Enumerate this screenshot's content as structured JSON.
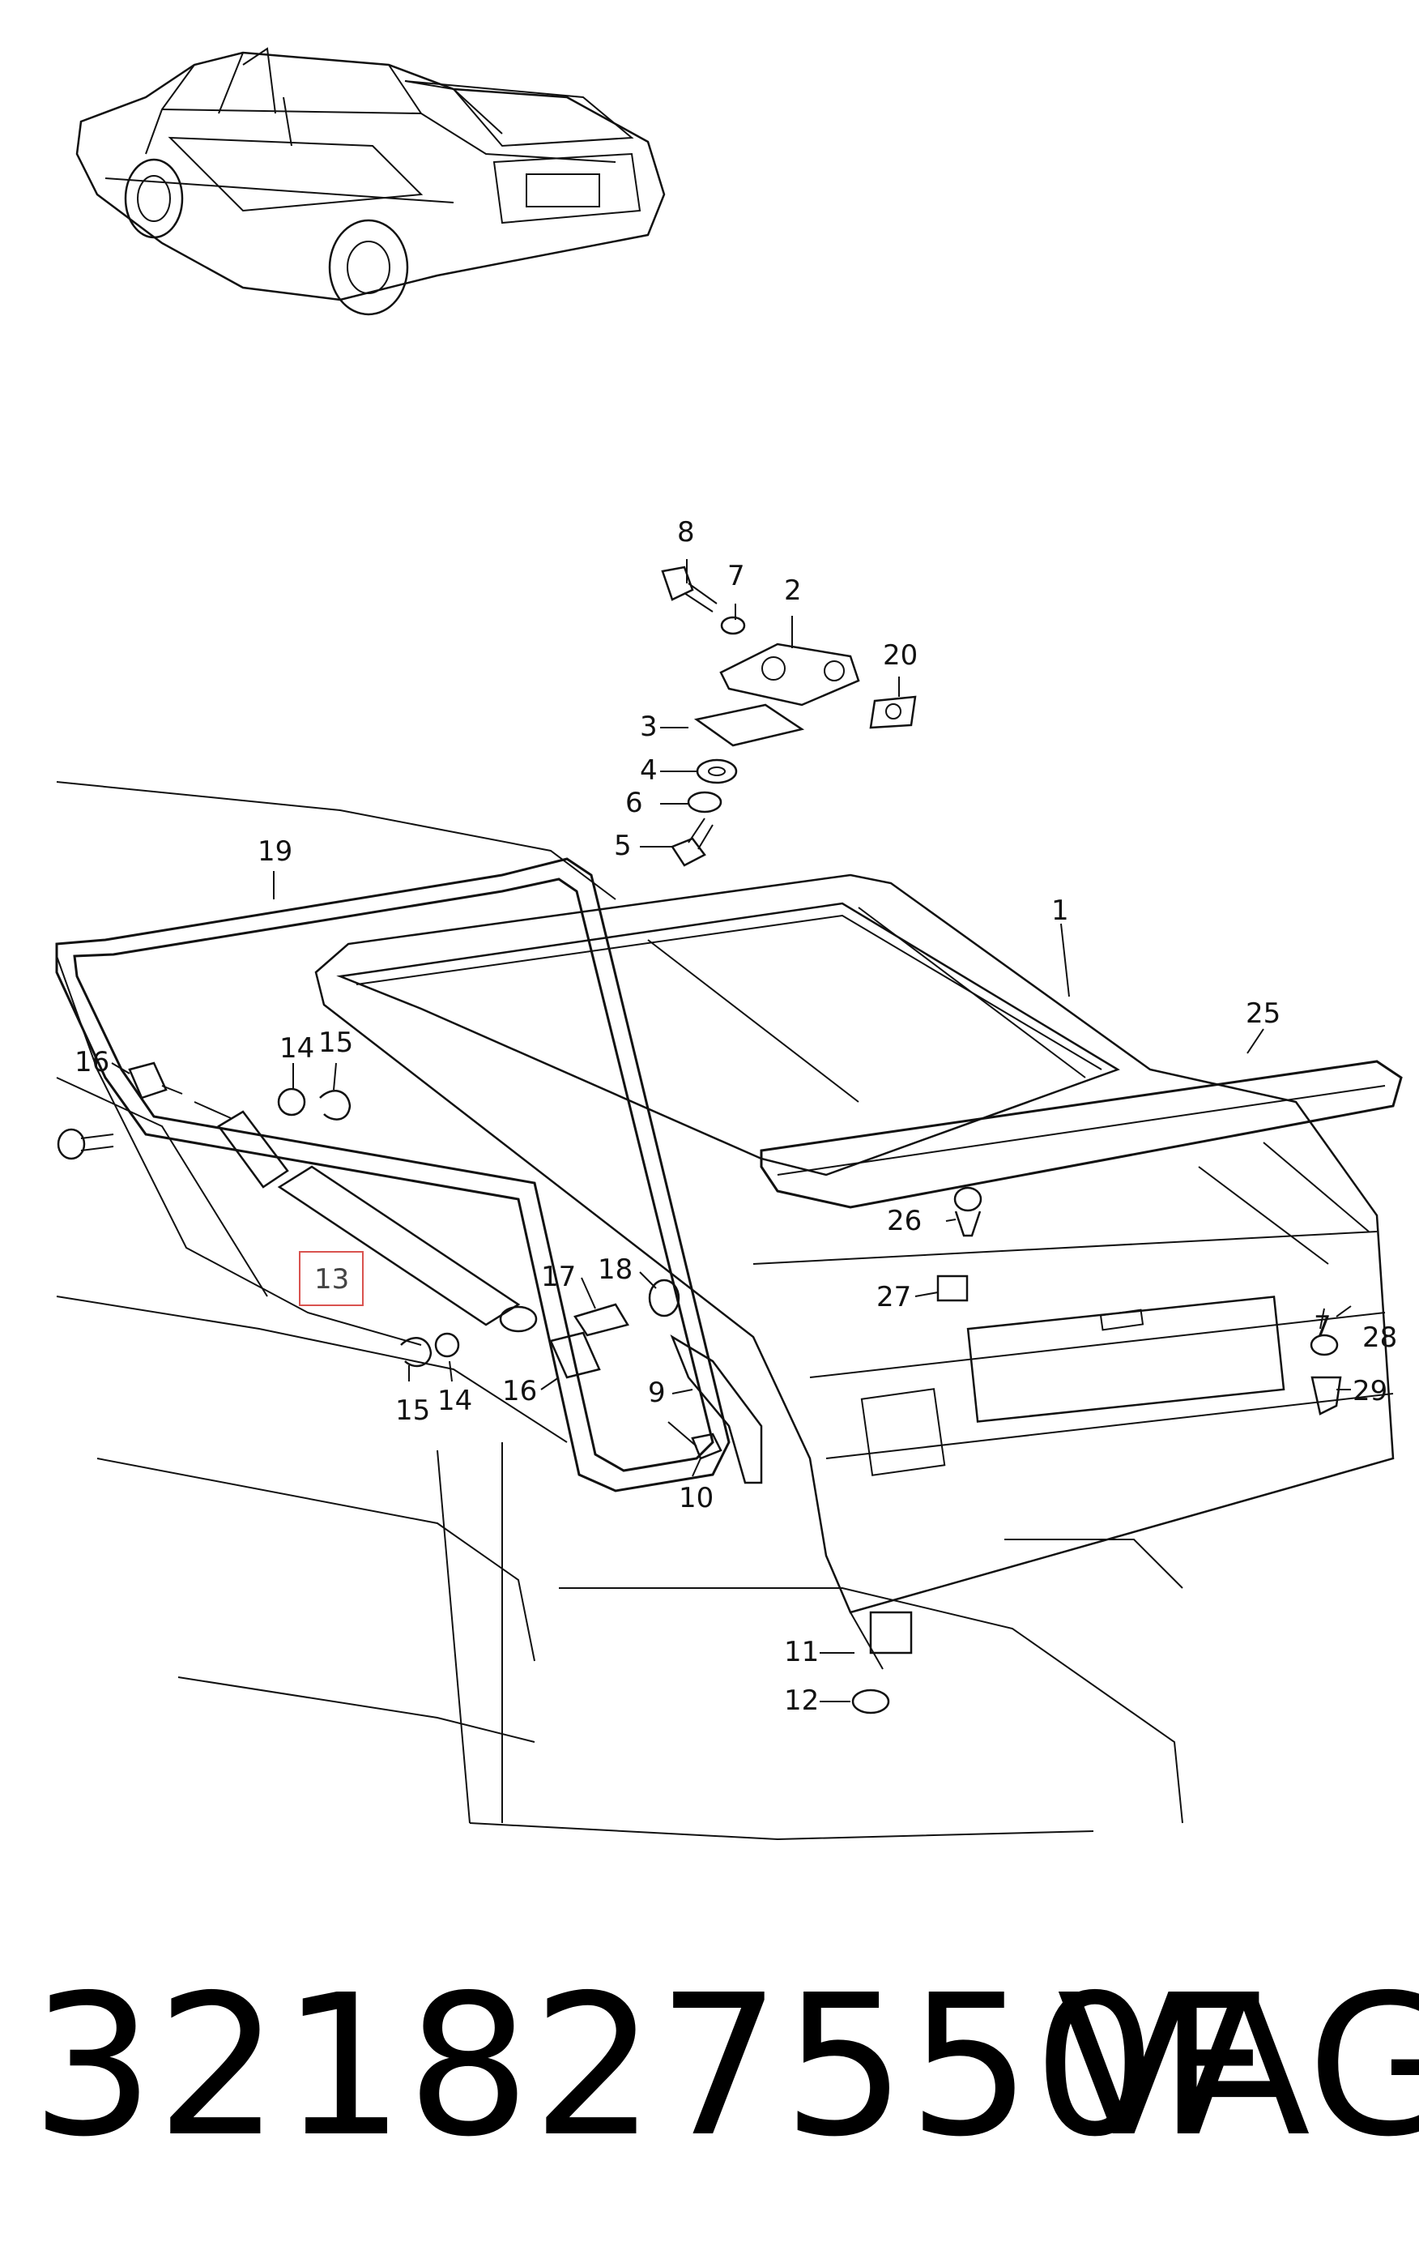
{
  "callouts": [
    {
      "id": "c1",
      "text": "1"
    },
    {
      "id": "c2",
      "text": "2"
    },
    {
      "id": "c3",
      "text": "3"
    },
    {
      "id": "c4",
      "text": "4"
    },
    {
      "id": "c5",
      "text": "5"
    },
    {
      "id": "c6",
      "text": "6"
    },
    {
      "id": "c7a",
      "text": "7"
    },
    {
      "id": "c7b",
      "text": "7"
    },
    {
      "id": "c8",
      "text": "8"
    },
    {
      "id": "c9",
      "text": "9"
    },
    {
      "id": "c10",
      "text": "10"
    },
    {
      "id": "c11",
      "text": "11"
    },
    {
      "id": "c12",
      "text": "12"
    },
    {
      "id": "c13",
      "text": "13"
    },
    {
      "id": "c14a",
      "text": "14"
    },
    {
      "id": "c14b",
      "text": "14"
    },
    {
      "id": "c15a",
      "text": "15"
    },
    {
      "id": "c15b",
      "text": "15"
    },
    {
      "id": "c16a",
      "text": "16"
    },
    {
      "id": "c16b",
      "text": "16"
    },
    {
      "id": "c17",
      "text": "17"
    },
    {
      "id": "c18",
      "text": "18"
    },
    {
      "id": "c19",
      "text": "19"
    },
    {
      "id": "c20",
      "text": "20"
    },
    {
      "id": "c25",
      "text": "25"
    },
    {
      "id": "c26",
      "text": "26"
    },
    {
      "id": "c27",
      "text": "27"
    },
    {
      "id": "c28",
      "text": "28"
    },
    {
      "id": "c29",
      "text": "29"
    }
  ],
  "highlighted_callout": "13",
  "highlight_color": "#d9534f",
  "caption": {
    "part_number": "321827550F",
    "brand": "VAG"
  }
}
